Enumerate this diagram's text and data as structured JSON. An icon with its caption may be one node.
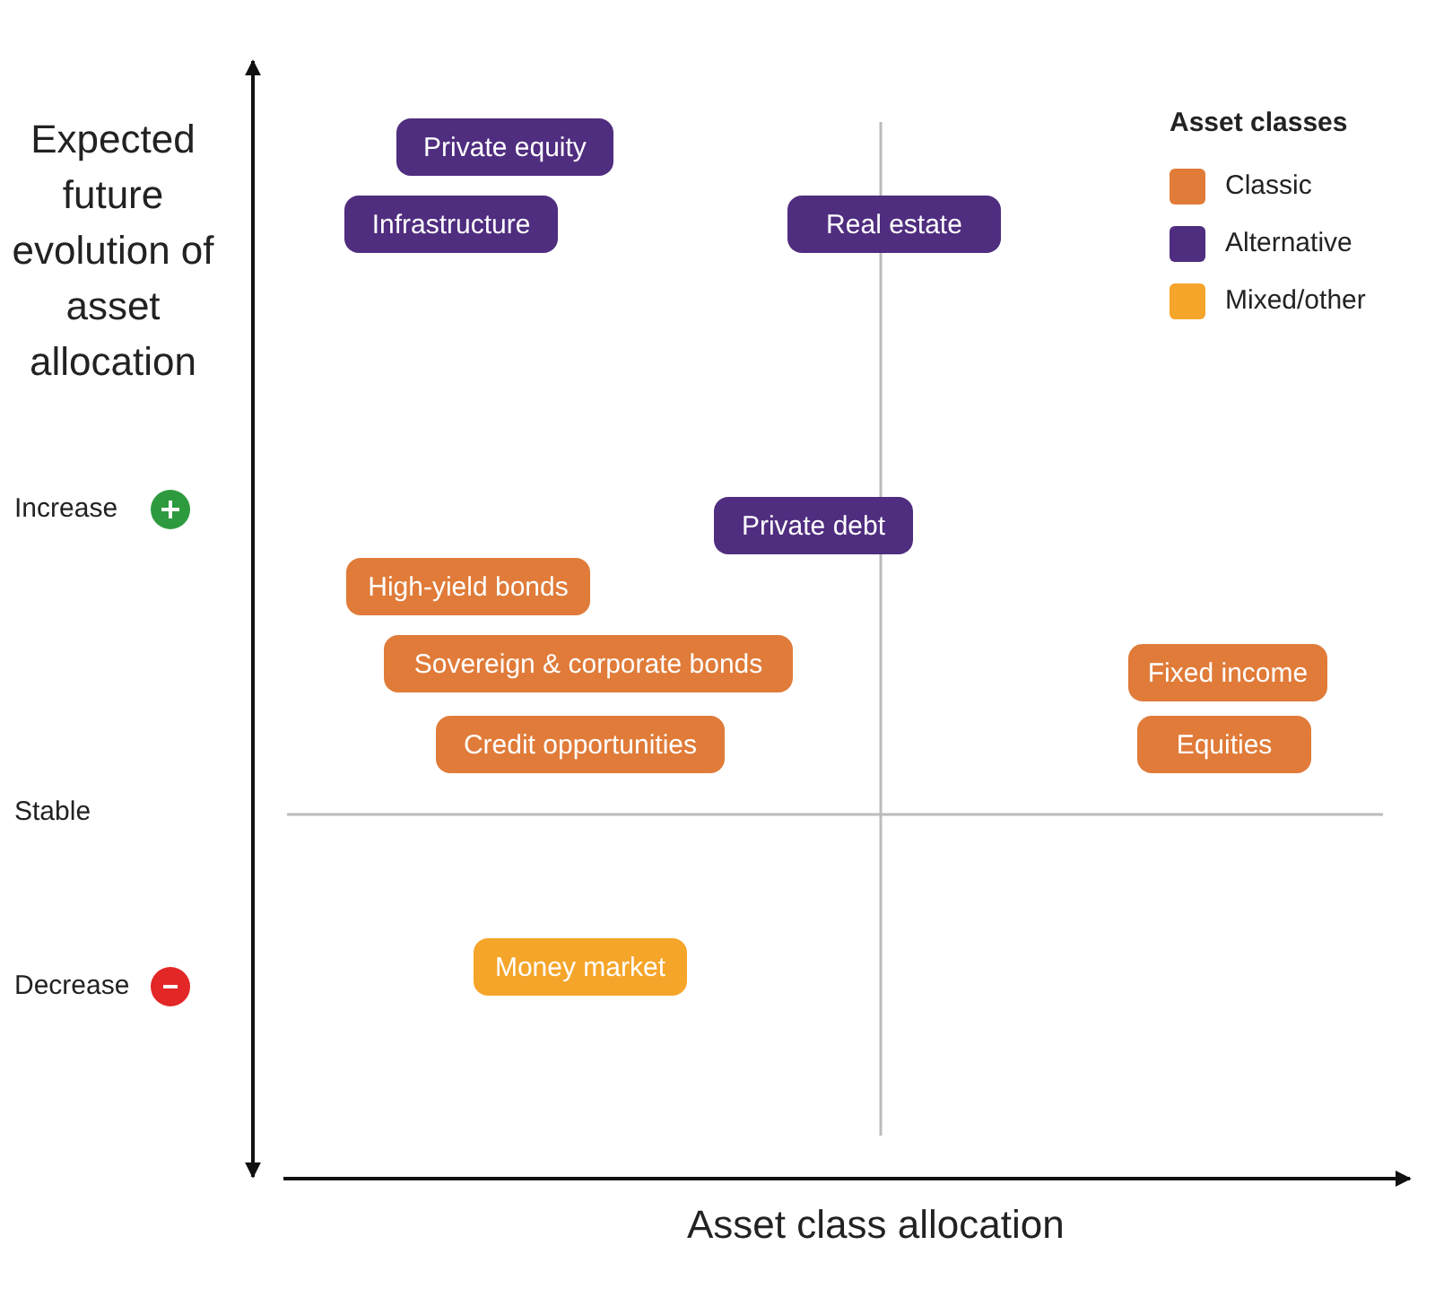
{
  "diagram": {
    "nodes": [
      {
        "text": [
          "Private equity"
        ]
      },
      {
        "text": [
          "Infrastructure"
        ]
      },
      {
        "text": [
          "Real estate"
        ]
      },
      {
        "text": [
          "Private debt"
        ]
      },
      {
        "text": [
          "High-yield bonds"
        ]
      },
      {
        "text": [
          "Sovereign & corporate bonds"
        ]
      },
      {
        "text": [
          "Fixed income"
        ]
      },
      {
        "text": [
          "Credit opportunities"
        ]
      },
      {
        "text": [
          "Equities"
        ]
      },
      {
        "text": [
          "Money market"
        ]
      }
    ],
    "labels": [
      "Expected future evolution of asset allocation",
      "Asset classes",
      "Increase",
      "Stable",
      "Decrease",
      "Asset class allocation"
    ],
    "legend": [
      {
        "text": "Classic",
        "color": "#e07b39"
      },
      {
        "text": "Alternative",
        "color": "#4f2d7f"
      },
      {
        "text": "Mixed/other",
        "color": "#f5a52a"
      }
    ]
  }
}
